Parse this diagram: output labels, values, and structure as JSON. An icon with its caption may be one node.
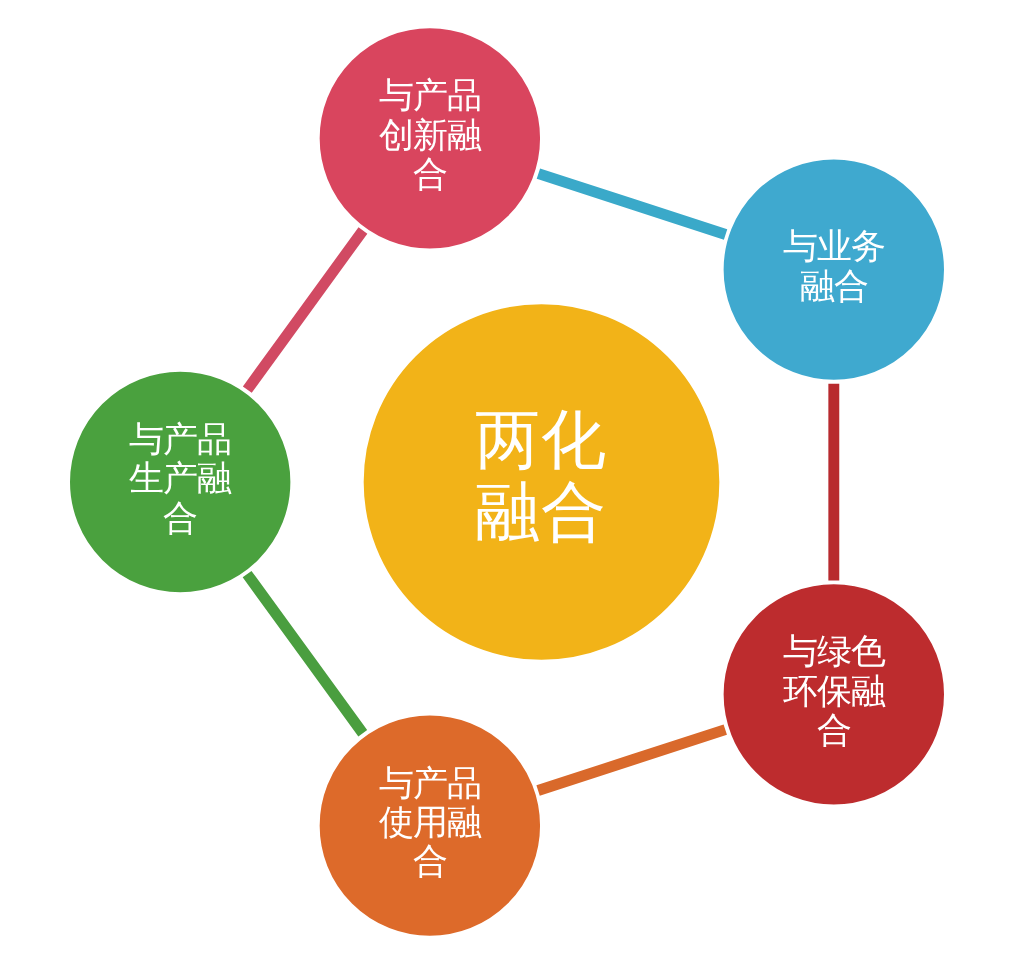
{
  "diagram": {
    "nodes": [
      {
        "text": [
          "两化融合"
        ]
      },
      {
        "text": [
          "与业务融合"
        ]
      },
      {
        "text": [
          "与产品创新融合"
        ]
      },
      {
        "text": [
          "与产品生产融合"
        ]
      },
      {
        "text": [
          "与产品使用融合"
        ]
      },
      {
        "text": [
          "与绿色环保融合"
        ]
      }
    ],
    "edges": [
      {
        "from": 1,
        "to": 2,
        "arrow": "none",
        "color": "#3aa9c9"
      },
      {
        "from": 2,
        "to": 3,
        "arrow": "none",
        "color": "#d14a63"
      },
      {
        "from": 3,
        "to": 4,
        "arrow": "none",
        "color": "#4a9e3f"
      },
      {
        "from": 4,
        "to": 5,
        "arrow": "none",
        "color": "#d9692b"
      },
      {
        "from": 5,
        "to": 1,
        "arrow": "none",
        "color": "#b82a2e"
      }
    ]
  }
}
